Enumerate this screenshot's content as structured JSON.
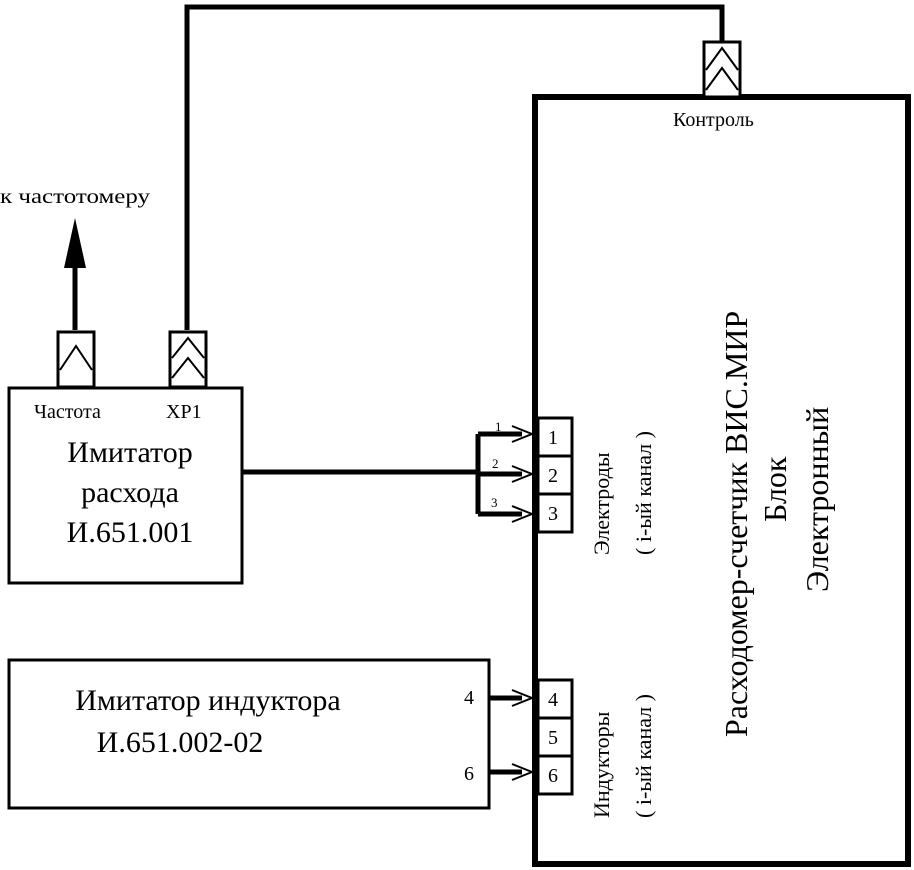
{
  "frequency_meter_label": "к частотомеру",
  "flow_simulator": {
    "connector_frequency": "Частота",
    "connector_xp1": "XP1",
    "name_line1": "Имитатор",
    "name_line2": "расхода",
    "name_line3": "И.651.001",
    "wire_labels": [
      "1",
      "2",
      "3"
    ]
  },
  "inductor_simulator": {
    "name_line1": "Имитатор индуктора",
    "name_line2": "И.651.002-02",
    "wire_label_4": "4",
    "wire_label_6": "6"
  },
  "flowmeter": {
    "control_connector": "Контроль",
    "title_line1": "Расходомер-счетчик ВИС.МИР",
    "title_line2": "Блок",
    "title_line3": "Электронный",
    "electrodes_label": "Электроды",
    "electrodes_channel": "( i-ый канал )",
    "inductors_label": "Индукторы",
    "inductors_channel": "( i-ый канал )",
    "terminals": [
      "1",
      "2",
      "3",
      "4",
      "5",
      "6"
    ]
  }
}
